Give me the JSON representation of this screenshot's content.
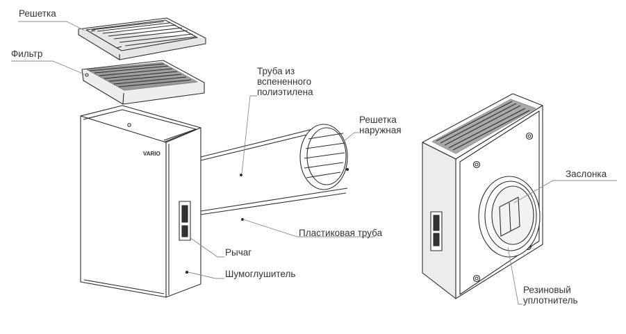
{
  "labels": {
    "grille": "Решетка",
    "filter": "Фильтр",
    "foam_tube": [
      "Труба из",
      "вспененного",
      "полиэтилена"
    ],
    "outer_grille": [
      "Решетка",
      "наружная"
    ],
    "plastic_tube": "Пластиковая труба",
    "lever": "Рычаг",
    "silencer": "Шумоглушитель",
    "damper": "Заслонка",
    "rubber_seal": [
      "Резиновый",
      "уплотнитель"
    ],
    "brand": "VARIO"
  },
  "colors": {
    "line": "#2b2b2b",
    "label_text": "#333333",
    "leader": "#8a8a8a",
    "fill": "#ffffff",
    "shade": "#e6e6e6"
  }
}
